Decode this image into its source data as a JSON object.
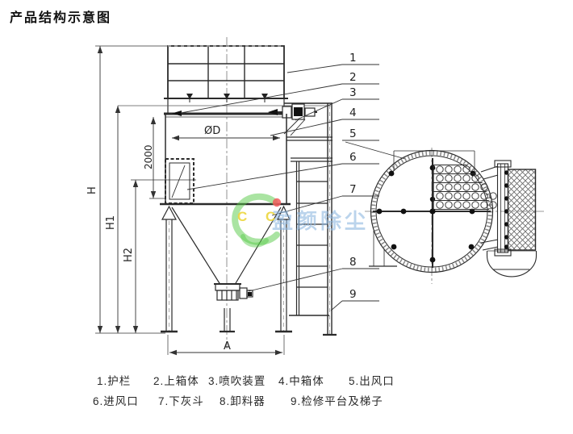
{
  "title": "产品结构示意图",
  "drawing": {
    "dimensions": {
      "phi_d": "ØD",
      "h": "H",
      "h1": "H1",
      "h2": "H2",
      "v2000": "2000",
      "a": "A"
    },
    "callouts": [
      "1",
      "2",
      "3",
      "4",
      "5",
      "6",
      "7",
      "8",
      "9"
    ]
  },
  "legend": {
    "items": [
      "1.护栏",
      "2.上箱体",
      "3.喷吹装置",
      "4.中箱体",
      "5.出风口",
      "6.进风口",
      "7.下灰斗",
      "8.卸料器",
      "9.检修平台及梯子"
    ]
  },
  "watermark": {
    "letters": "C C",
    "text": "盈颜除尘"
  }
}
